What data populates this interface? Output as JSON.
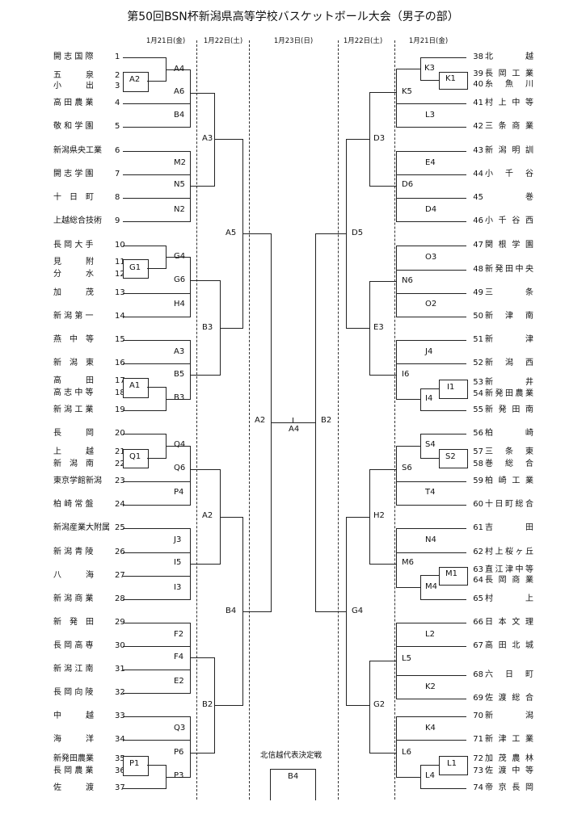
{
  "title": "第50回BSN杯新潟県高等学校バスケットボール大会（男子の部）",
  "dates": {
    "d1l": "1月21日(金)",
    "d2l": "1月22日(土)",
    "d3": "1月23日(日)",
    "d2r": "1月22日(土)",
    "d1r": "1月21日(金)"
  },
  "left_teams": [
    {
      "name": "開 志 国 際",
      "no": "1"
    },
    {
      "name": "五　　　泉",
      "no": "2"
    },
    {
      "name": "小　　　出",
      "no": "3"
    },
    {
      "name": "高 田 農 業",
      "no": "4"
    },
    {
      "name": "敬 和 学 園",
      "no": "5"
    },
    {
      "name": "新潟県央工業",
      "no": "6"
    },
    {
      "name": "開 志 学 園",
      "no": "7"
    },
    {
      "name": "十　日　町",
      "no": "8"
    },
    {
      "name": "上越総合技術",
      "no": "9"
    },
    {
      "name": "長 岡 大 手",
      "no": "10"
    },
    {
      "name": "見　　　附",
      "no": "11"
    },
    {
      "name": "分　　　水",
      "no": "12"
    },
    {
      "name": "加　　　茂",
      "no": "13"
    },
    {
      "name": "新 潟 第 一",
      "no": "14"
    },
    {
      "name": "燕　中　等",
      "no": "15"
    },
    {
      "name": "新　潟　東",
      "no": "16"
    },
    {
      "name": "高　　　田",
      "no": "17"
    },
    {
      "name": "高 志 中 等",
      "no": "18"
    },
    {
      "name": "新 潟 工 業",
      "no": "19"
    },
    {
      "name": "長　　　岡",
      "no": "20"
    },
    {
      "name": "上　　　越",
      "no": "21"
    },
    {
      "name": "新　潟　南",
      "no": "22"
    },
    {
      "name": "東京学館新潟",
      "no": "23"
    },
    {
      "name": "柏 崎 常 盤",
      "no": "24"
    },
    {
      "name": "新潟産業大附属",
      "no": "25"
    },
    {
      "name": "新 潟 青 陵",
      "no": "26"
    },
    {
      "name": "八　　　海",
      "no": "27"
    },
    {
      "name": "新 潟 商 業",
      "no": "28"
    },
    {
      "name": "新　発　田",
      "no": "29"
    },
    {
      "name": "長 岡 高 専",
      "no": "30"
    },
    {
      "name": "新 潟 江 南",
      "no": "31"
    },
    {
      "name": "長 岡 向 陵",
      "no": "32"
    },
    {
      "name": "中　　　越",
      "no": "33"
    },
    {
      "name": "海　　　洋",
      "no": "34"
    },
    {
      "name": "新発田農業",
      "no": "35"
    },
    {
      "name": "長 岡 農 業",
      "no": "36"
    },
    {
      "name": "佐　　　渡",
      "no": "37"
    }
  ],
  "right_teams": [
    {
      "no": "38",
      "name": "北越"
    },
    {
      "no": "39",
      "name": "長岡工業"
    },
    {
      "no": "40",
      "name": "糸魚川"
    },
    {
      "no": "41",
      "name": "村上中等"
    },
    {
      "no": "42",
      "name": "三条商業"
    },
    {
      "no": "43",
      "name": "新潟明訓"
    },
    {
      "no": "44",
      "name": "小千谷"
    },
    {
      "no": "45",
      "name": "　巻　"
    },
    {
      "no": "46",
      "name": "小千谷西"
    },
    {
      "no": "47",
      "name": "関根学園"
    },
    {
      "no": "48",
      "name": "新発田中央"
    },
    {
      "no": "49",
      "name": "三条"
    },
    {
      "no": "50",
      "name": "新津南"
    },
    {
      "no": "51",
      "name": "新津"
    },
    {
      "no": "52",
      "name": "新潟西"
    },
    {
      "no": "53",
      "name": "新井"
    },
    {
      "no": "54",
      "name": "新発田農業"
    },
    {
      "no": "55",
      "name": "新発田南"
    },
    {
      "no": "56",
      "name": "柏崎"
    },
    {
      "no": "57",
      "name": "三条東"
    },
    {
      "no": "58",
      "name": "巻総合"
    },
    {
      "no": "59",
      "name": "柏崎工業"
    },
    {
      "no": "60",
      "name": "十日町総合"
    },
    {
      "no": "61",
      "name": "吉田"
    },
    {
      "no": "62",
      "name": "村上桜ヶ丘"
    },
    {
      "no": "63",
      "name": "直江津中等"
    },
    {
      "no": "64",
      "name": "長岡商業"
    },
    {
      "no": "65",
      "name": "村上"
    },
    {
      "no": "66",
      "name": "日本文理"
    },
    {
      "no": "67",
      "name": "高田北城"
    },
    {
      "no": "68",
      "name": "六日町"
    },
    {
      "no": "69",
      "name": "佐渡総合"
    },
    {
      "no": "70",
      "name": "新潟"
    },
    {
      "no": "71",
      "name": "新津工業"
    },
    {
      "no": "72",
      "name": "加茂農林"
    },
    {
      "no": "73",
      "name": "佐渡中等"
    },
    {
      "no": "74",
      "name": "帝京長岡"
    }
  ],
  "game_labels": {
    "A4a": "A4",
    "A2a": "A2",
    "A6": "A6",
    "B4a": "B4",
    "A3a": "A3",
    "M2": "M2",
    "N5": "N5",
    "N2": "N2",
    "A5": "A5",
    "G4a": "G4",
    "G1": "G1",
    "G6": "G6",
    "H4": "H4",
    "B3a": "B3",
    "A3b": "A3",
    "B5": "B5",
    "A1": "A1",
    "B3b": "B3",
    "A2c": "A2",
    "Q4": "Q4",
    "Q1": "Q1",
    "Q6": "Q6",
    "P4": "P4",
    "A2b": "A2",
    "J3": "J3",
    "I5": "I5",
    "I3": "I3",
    "B4b": "B4",
    "F2": "F2",
    "F4": "F4",
    "E2": "E2",
    "B2a": "B2",
    "Q3": "Q3",
    "P6": "P6",
    "P1": "P1",
    "P3": "P3",
    "K3": "K3",
    "K1": "K1",
    "K5": "K5",
    "L3": "L3",
    "D3": "D3",
    "E4": "E4",
    "D6": "D6",
    "D4": "D4",
    "D5": "D5",
    "O3": "O3",
    "N6": "N6",
    "O2": "O2",
    "E3": "E3",
    "J4": "J4",
    "I6": "I6",
    "I1": "I1",
    "I4": "I4",
    "B2c": "B2",
    "S4": "S4",
    "S2": "S2",
    "S6": "S6",
    "T4": "T4",
    "H2": "H2",
    "N4": "N4",
    "M6": "M6",
    "M1": "M1",
    "M4": "M4",
    "G4b": "G4",
    "L2": "L2",
    "L5": "L5",
    "K2": "K2",
    "G2": "G2",
    "K4": "K4",
    "L6": "L6",
    "L1": "L1",
    "L4": "L4",
    "final": "A4",
    "hokushin": "B4"
  },
  "hokushin_title": "北信越代表決定戦"
}
